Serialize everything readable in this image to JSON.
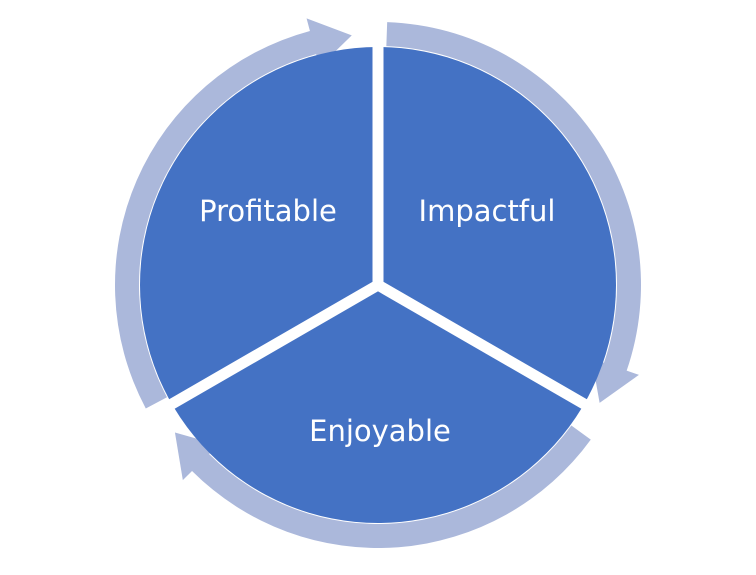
{
  "diagram": {
    "segments": [
      {
        "label": "Profitable"
      },
      {
        "label": "Impactful"
      },
      {
        "label": "Enjoyable"
      }
    ],
    "colors": {
      "segment_fill": "#4472C4",
      "arrow_fill": "#ABB8DB",
      "background": "#FFFFFF",
      "label_text": "#FFFFFF"
    }
  }
}
